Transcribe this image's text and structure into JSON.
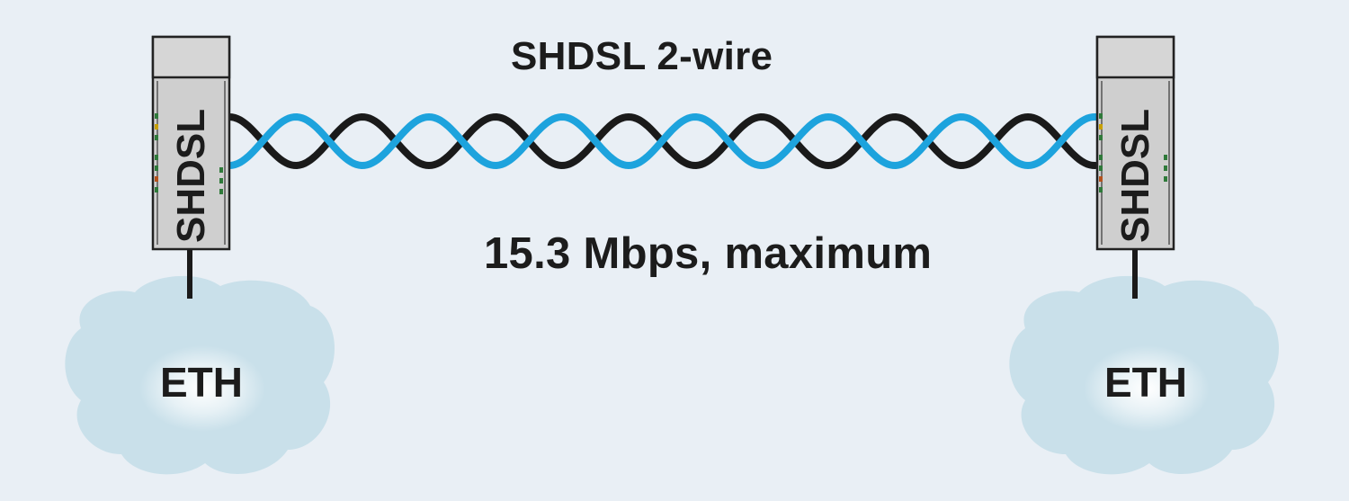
{
  "link": {
    "title": "SHDSL 2-wire",
    "rate": "15.3 Mbps, maximum",
    "wire_colors": [
      "#1a1a1a",
      "#1da3dd"
    ]
  },
  "devices": {
    "left": {
      "label": "SHDSL"
    },
    "right": {
      "label": "SHDSL"
    }
  },
  "networks": {
    "left": {
      "label": "ETH",
      "color": "#c9e0ea"
    },
    "right": {
      "label": "ETH",
      "color": "#c9e0ea"
    }
  },
  "colors": {
    "background": "#e9eff5",
    "device_body": "#cfcfcf",
    "device_top": "#d6d6d6",
    "outline": "#222222"
  }
}
